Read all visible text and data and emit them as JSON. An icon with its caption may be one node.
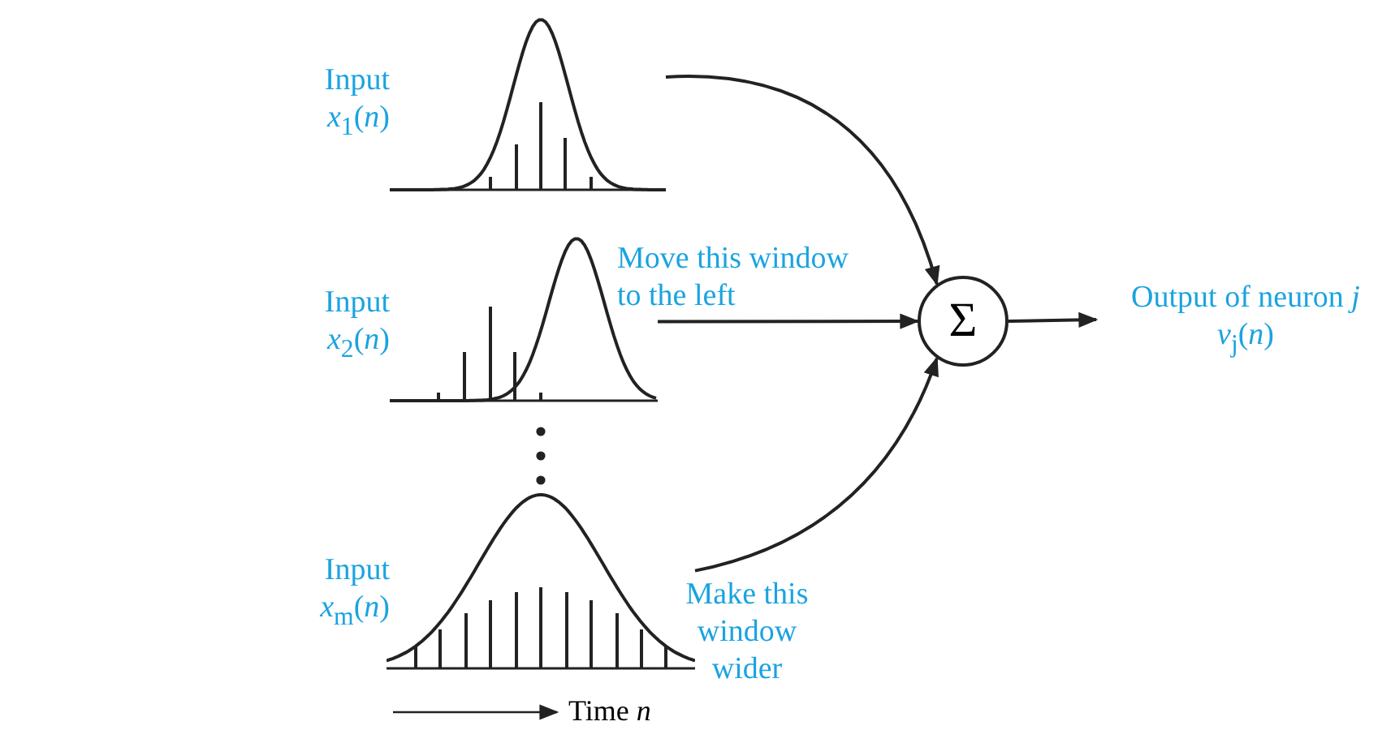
{
  "diagram": {
    "nodes": [
      {
        "text": [],
        "shape": "picture",
        "beside": [
          "Input *x*$_{1}$(*n*)"
        ]
      },
      {
        "text": [],
        "shape": "picture",
        "beside": [
          "Input *x*$_{2}$(*n*)",
          "Move this window to the left"
        ]
      },
      {
        "text": [],
        "shape": "picture",
        "beside": [
          "Input *x*$_{m}$(*n*)",
          "Make this window wider"
        ]
      },
      {
        "text": [
          "Σ"
        ]
      },
      {
        "text": [
          "Output of neuron *j*",
          "*v*$_{j}$(*n*)"
        ]
      }
    ],
    "edges": [
      {
        "from": 0,
        "to": 3,
        "arrow": "to"
      },
      {
        "from": 1,
        "to": 3,
        "arrow": "to"
      },
      {
        "from": 2,
        "to": 3,
        "arrow": "to"
      },
      {
        "from": 3,
        "to": 4,
        "arrow": "to"
      }
    ],
    "labels": [
      "Time *n*"
    ]
  }
}
